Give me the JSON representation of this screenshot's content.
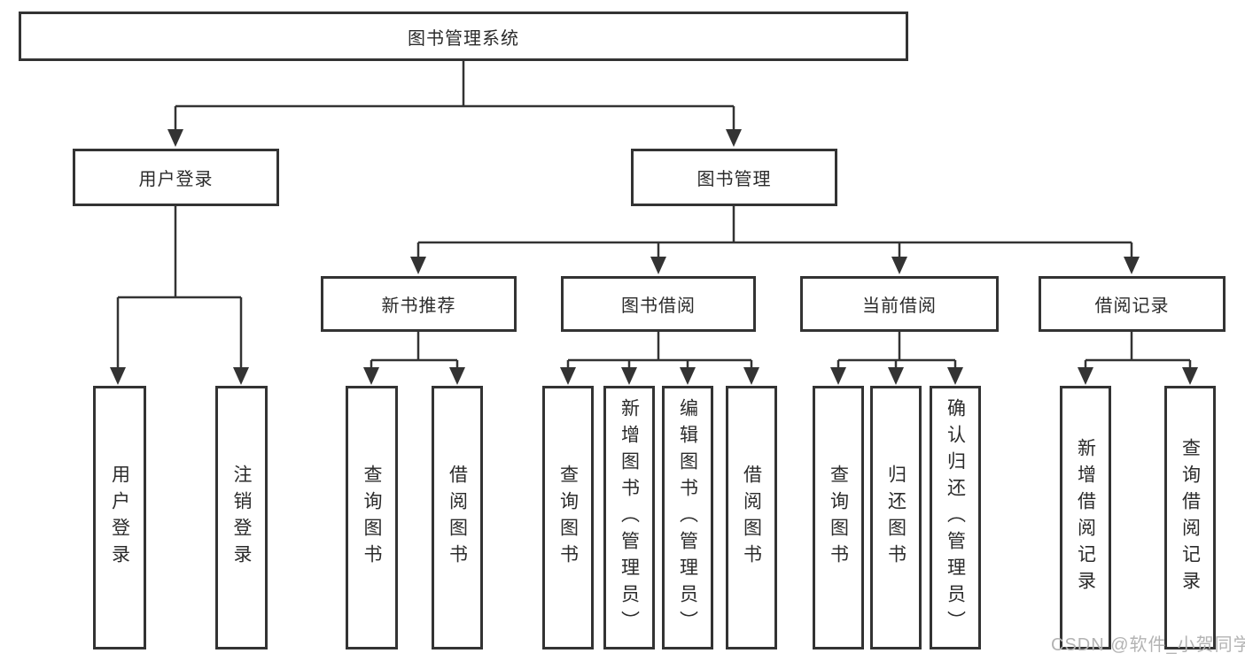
{
  "diagram_title": "图书管理系统",
  "nodes": {
    "root": {
      "label": "图书管理系统"
    },
    "user_login": {
      "label": "用户登录"
    },
    "book_mgmt": {
      "label": "图书管理"
    },
    "new_book_rec": {
      "label": "新书推荐"
    },
    "book_borrow": {
      "label": "图书借阅"
    },
    "current_borrow": {
      "label": "当前借阅"
    },
    "borrow_record": {
      "label": "借阅记录"
    },
    "leaf_user_login": {
      "label": "用户登录"
    },
    "leaf_logout": {
      "label": "注销登录"
    },
    "rec_query_book": {
      "label": "查询图书"
    },
    "rec_borrow_book": {
      "label": "借阅图书"
    },
    "bb_query_book": {
      "label": "查询图书"
    },
    "bb_add_book": {
      "label": "新增图书（管理员）"
    },
    "bb_edit_book": {
      "label": "编辑图书（管理员）"
    },
    "bb_borrow_book": {
      "label": "借阅图书"
    },
    "cb_query_book": {
      "label": "查询图书"
    },
    "cb_return_book": {
      "label": "归还图书"
    },
    "cb_confirm_return": {
      "label": "确认归还（管理员）"
    },
    "br_add_record": {
      "label": "新增借阅记录"
    },
    "br_query_record": {
      "label": "查询借阅记录"
    }
  },
  "structure": {
    "图书管理系统": {
      "用户登录": [
        "用户登录",
        "注销登录"
      ],
      "图书管理": {
        "新书推荐": [
          "查询图书",
          "借阅图书"
        ],
        "图书借阅": [
          "查询图书",
          "新增图书（管理员）",
          "编辑图书（管理员）",
          "借阅图书"
        ],
        "当前借阅": [
          "查询图书",
          "归还图书",
          "确认归还（管理员）"
        ],
        "借阅记录": [
          "新增借阅记录",
          "查询借阅记录"
        ]
      }
    }
  },
  "watermark": {
    "text": "CSDN @软件_小贺同学"
  },
  "colors": {
    "line": "#333333",
    "border": "#333333",
    "text": "#2b2b2b",
    "background": "#ffffff",
    "watermark": "#b3b3b3"
  }
}
